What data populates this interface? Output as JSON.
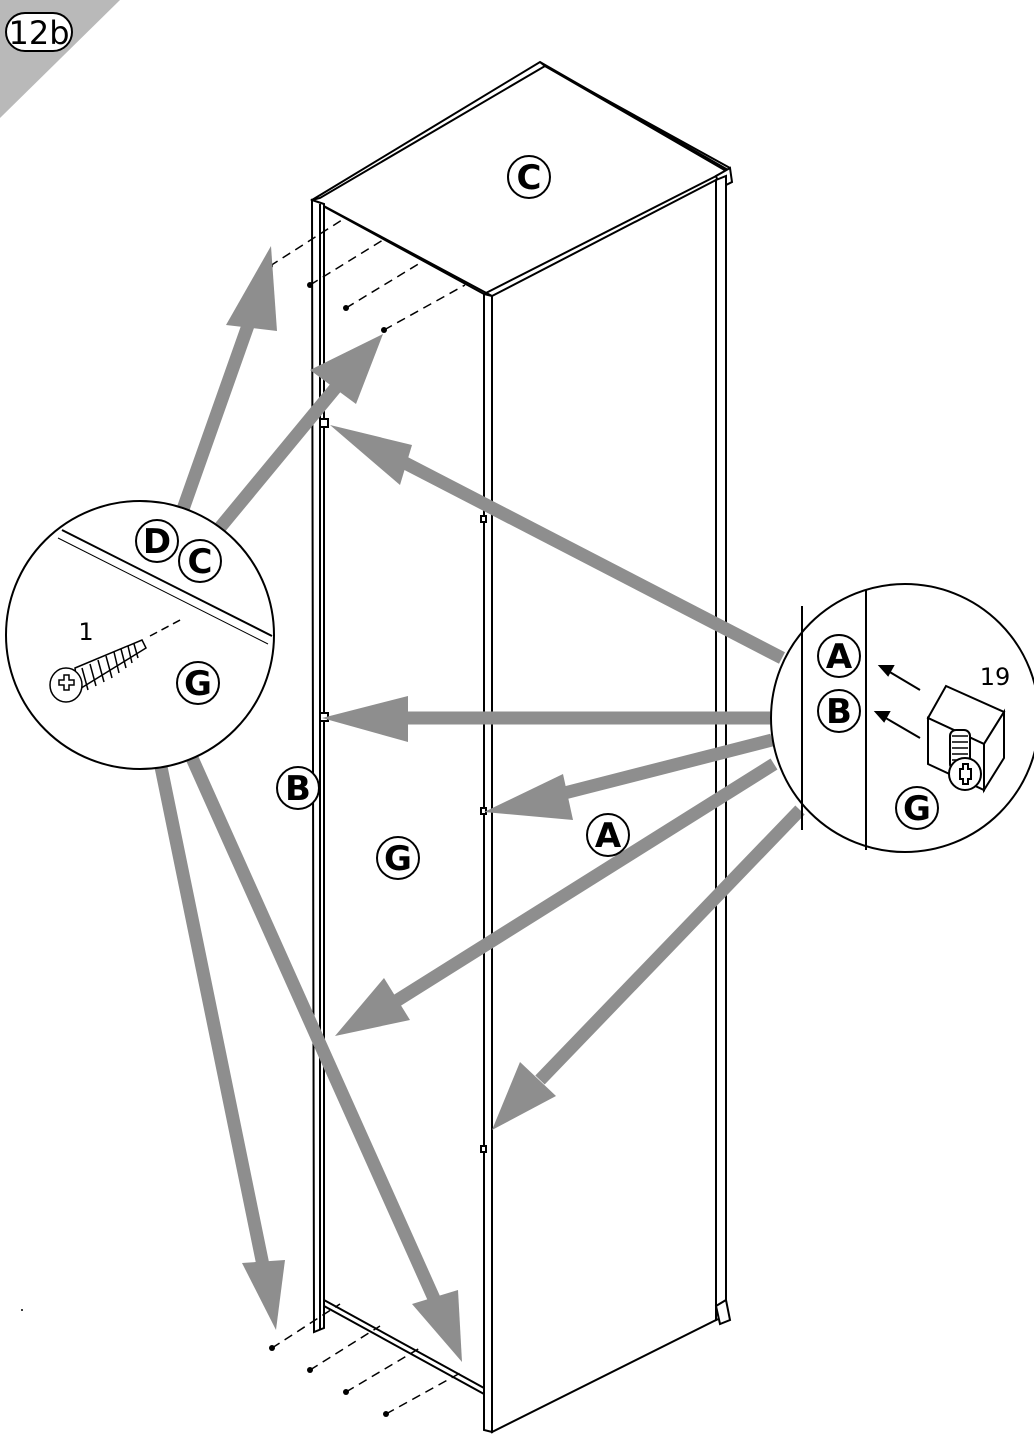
{
  "step": {
    "number": "12b"
  },
  "panels": {
    "top": "C",
    "left_side": "B",
    "right_side": "A",
    "back": "G"
  },
  "detail_screw": {
    "panel_1": "D",
    "panel_2": "C",
    "panel_3": "G",
    "part_number": "1"
  },
  "detail_bracket": {
    "panel_1": "A",
    "panel_2": "B",
    "panel_3": "G",
    "part_number": "19"
  },
  "colors": {
    "arrow": "#8e8e8e",
    "line": "#000000",
    "step_badge": "#b9b9b9"
  }
}
